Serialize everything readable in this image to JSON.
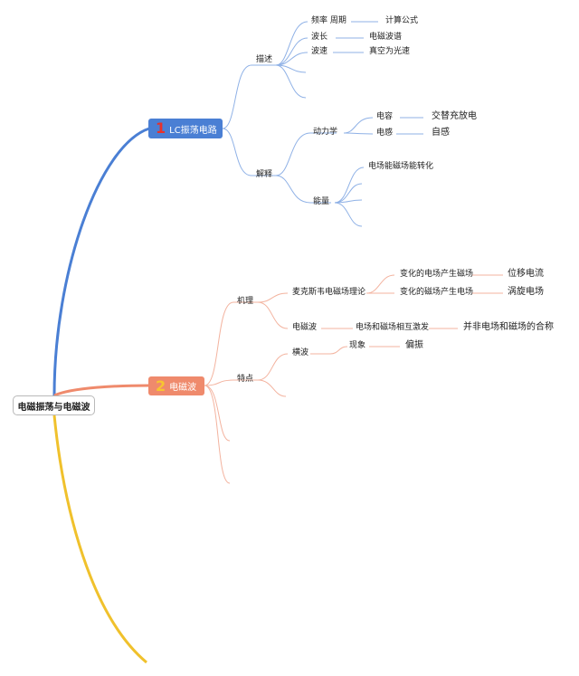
{
  "root": {
    "label": "电磁振荡与电磁波"
  },
  "branch1": {
    "number": "1",
    "label": "LC振荡电路",
    "color": "#4a7fd4",
    "badge_color": "#e8312a",
    "children": {
      "describe": {
        "label": "描述",
        "rows": [
          {
            "label": "频率 周期",
            "child": "计算公式"
          },
          {
            "label": "波长",
            "child": "电磁波谱"
          },
          {
            "label": "波速",
            "child": "真空为光速"
          }
        ]
      },
      "explain": {
        "label": "解释",
        "dynamics": {
          "label": "动力学",
          "rows": [
            {
              "label": "电容",
              "child": "交替充放电"
            },
            {
              "label": "电感",
              "child": "自感"
            }
          ]
        },
        "energy": {
          "label": "能量",
          "rows": [
            {
              "label": "电场能磁场能转化"
            }
          ]
        }
      }
    }
  },
  "branch2": {
    "number": "2",
    "label": "电磁波",
    "color": "#ef8a6c",
    "badge_color": "#f7c531",
    "children": {
      "mechanism": {
        "label": "机理",
        "maxwell": {
          "label": "麦克斯韦电磁场理论",
          "rows": [
            {
              "label": "变化的电场产生磁场",
              "child": "位移电流"
            },
            {
              "label": "变化的磁场产生电场",
              "child": "涡旋电场"
            }
          ]
        },
        "wave": {
          "label": "电磁波",
          "child": "电场和磁场相互激发",
          "grandchild": "并非电场和磁场的合称"
        }
      },
      "features": {
        "label": "特点",
        "transverse": {
          "label": "横波",
          "child": "现象",
          "grandchild": "偏振"
        }
      }
    }
  },
  "branch3": {
    "color": "#f0c12c"
  },
  "link_colors": {
    "blue": "#8fb1e6",
    "orange": "#f3b39f"
  }
}
